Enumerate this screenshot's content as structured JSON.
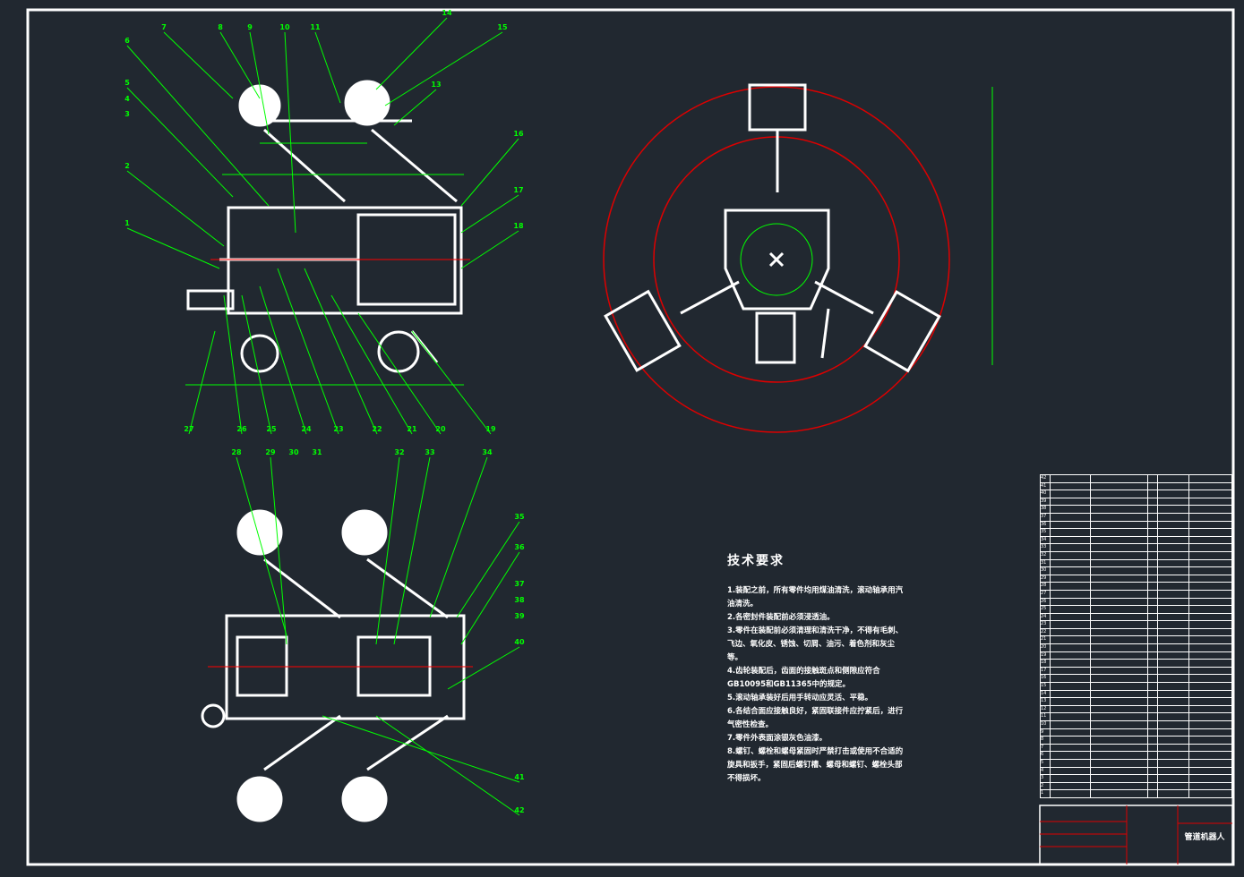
{
  "drawing": {
    "title": "管道机器人",
    "views": [
      "front-view",
      "side-view",
      "top-view"
    ],
    "colors": {
      "background": "#212830",
      "part": "#ffffff",
      "leader": "#00ff00",
      "centerline": "#ff0000",
      "frame": "#ffffff"
    }
  },
  "balloons_front": [
    "7",
    "8",
    "9",
    "10",
    "11",
    "14",
    "15",
    "6",
    "5",
    "4",
    "3",
    "13",
    "2",
    "16",
    "17",
    "1",
    "18",
    "27",
    "26",
    "25",
    "24",
    "23",
    "22",
    "21",
    "20",
    "19"
  ],
  "balloons_top": [
    "28",
    "29",
    "30",
    "31",
    "32",
    "33",
    "34",
    "35",
    "36",
    "37",
    "38",
    "39",
    "40",
    "41",
    "42"
  ],
  "technical_requirements": {
    "heading": "技术要求",
    "items": [
      "1.装配之前，所有零件均用煤油清洗，滚动轴承用汽油清洗。",
      "2.各密封件装配前必须浸透油。",
      "3.零件在装配前必须清理和清洗干净，不得有毛刺、飞边、氧化皮、锈蚀、切屑、油污、着色剂和灰尘等。",
      "4.齿轮装配后，齿面的接触斑点和侧隙应符合GB10095和GB11365中的规定。",
      "5.滚动轴承装好后用手转动应灵活、平稳。",
      "6.各结合面应接触良好，紧固联接件应拧紧后，进行气密性检查。",
      "7.零件外表面涂银灰色油漆。",
      "8.螺钉、螺栓和螺母紧固时严禁打击或使用不合适的旋具和扳手，紧固后螺钉槽、螺母和螺钉、螺栓头部不得损坏。"
    ]
  },
  "parts_list": {
    "rows": [
      "42",
      "41",
      "40",
      "39",
      "38",
      "37",
      "36",
      "35",
      "34",
      "33",
      "32",
      "31",
      "30",
      "29",
      "28",
      "27",
      "26",
      "25",
      "24",
      "23",
      "22",
      "21",
      "20",
      "19",
      "18",
      "17",
      "16",
      "15",
      "14",
      "13",
      "12",
      "11",
      "10",
      "9",
      "8",
      "7",
      "6",
      "5",
      "4",
      "3",
      "2",
      "1"
    ]
  },
  "title_block": {
    "name": "管道机器人"
  }
}
